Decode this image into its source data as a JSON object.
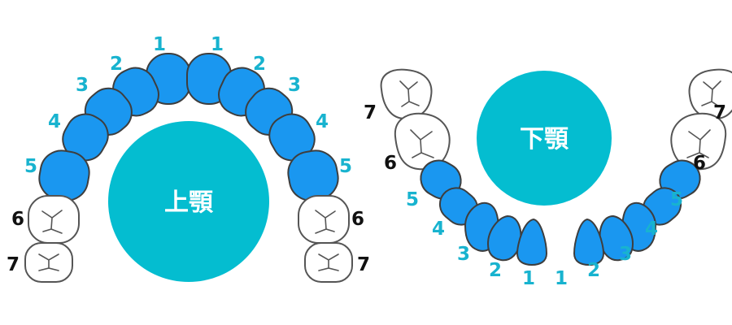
{
  "colors": {
    "circle": "#04bdd0",
    "tooth_blue": "#1a97f0",
    "tooth_white": "#ffffff",
    "outline": "#3e3e3e",
    "number_cyan": "#18b3cf",
    "number_black": "#111111",
    "label_text": "#ffffff"
  },
  "upper_jaw": {
    "label": "上顎",
    "left_numbers": [
      "1",
      "2",
      "3",
      "4",
      "5",
      "6",
      "7"
    ],
    "right_numbers": [
      "1",
      "2",
      "3",
      "4",
      "5",
      "6",
      "7"
    ],
    "blue_teeth": [
      "1",
      "2",
      "3",
      "4",
      "5"
    ],
    "white_teeth": [
      "6",
      "7"
    ]
  },
  "lower_jaw": {
    "label": "下顎",
    "left_numbers": [
      "1",
      "2",
      "3",
      "4",
      "5",
      "6",
      "7"
    ],
    "right_numbers": [
      "1",
      "2",
      "3",
      "4",
      "5",
      "6",
      "7"
    ],
    "blue_teeth": [
      "1",
      "2",
      "3",
      "4",
      "5"
    ],
    "white_teeth": [
      "6",
      "7"
    ]
  }
}
